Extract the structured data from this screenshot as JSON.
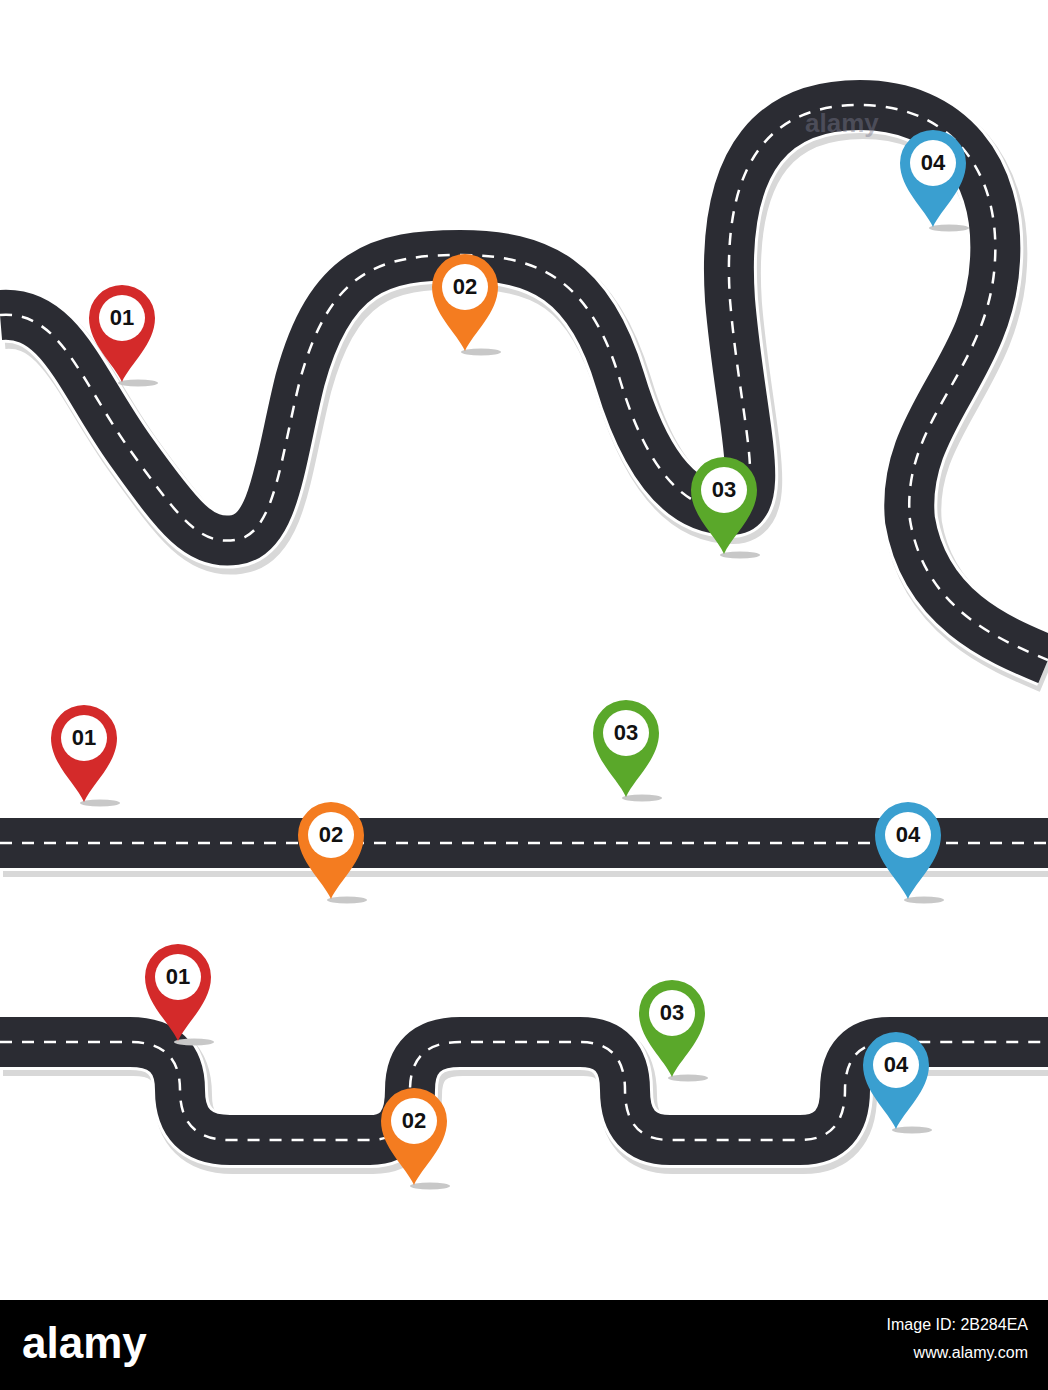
{
  "diagram": {
    "nodes": [
      {
        "text": [
          "01"
        ]
      },
      {
        "text": [
          "02"
        ]
      },
      {
        "text": [
          "03"
        ]
      },
      {
        "text": [
          "04"
        ]
      },
      {
        "text": [
          "01"
        ]
      },
      {
        "text": [
          "02"
        ]
      },
      {
        "text": [
          "03"
        ]
      },
      {
        "text": [
          "04"
        ]
      },
      {
        "text": [
          "01"
        ]
      },
      {
        "text": [
          "02"
        ]
      },
      {
        "text": [
          "03"
        ]
      },
      {
        "text": [
          "04"
        ]
      }
    ],
    "labels": [
      "alamy",
      "alamy",
      "Image ID: 2B284EA",
      "www.alamy.com"
    ]
  }
}
